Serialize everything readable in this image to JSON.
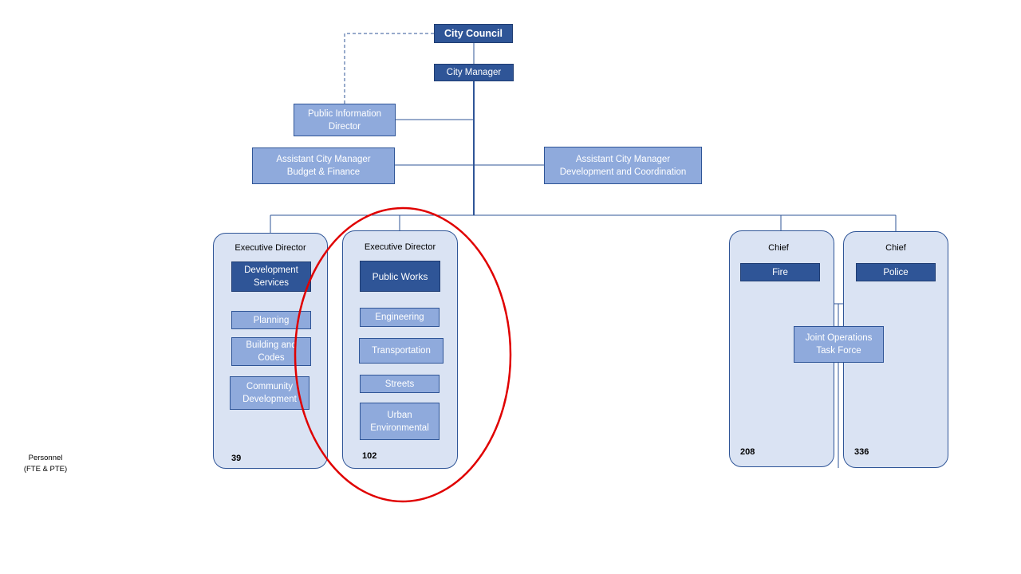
{
  "top": {
    "council": "City Council",
    "manager": "City Manager",
    "pio": [
      "Public Information",
      "Director"
    ],
    "acm_budget": [
      "Assistant City Manager",
      "Budget & Finance"
    ],
    "acm_dev": [
      "Assistant City Manager",
      "Development and Coordination"
    ]
  },
  "devservices": {
    "heading": "Executive Director",
    "title": [
      "Development",
      "Services"
    ],
    "planning": "Planning",
    "building": [
      "Building and",
      "Codes"
    ],
    "community": [
      "Community",
      "Development"
    ],
    "count": "39"
  },
  "publicworks": {
    "heading": "Executive Director",
    "title": "Public Works",
    "engineering": "Engineering",
    "transportation": "Transportation",
    "streets": "Streets",
    "urban": [
      "Urban",
      "Environmental"
    ],
    "count": "102"
  },
  "fire": {
    "heading": "Chief",
    "title": "Fire",
    "count": "208"
  },
  "police": {
    "heading": "Chief",
    "title": "Police",
    "count": "336"
  },
  "joint": [
    "Joint Operations",
    "Task Force"
  ],
  "personnel": [
    "Personnel",
    "(FTE & PTE)"
  ],
  "colors": {
    "dark": "#2f5597",
    "light": "#8faadc",
    "panel": "#dae3f3",
    "highlight": "#e00000"
  }
}
